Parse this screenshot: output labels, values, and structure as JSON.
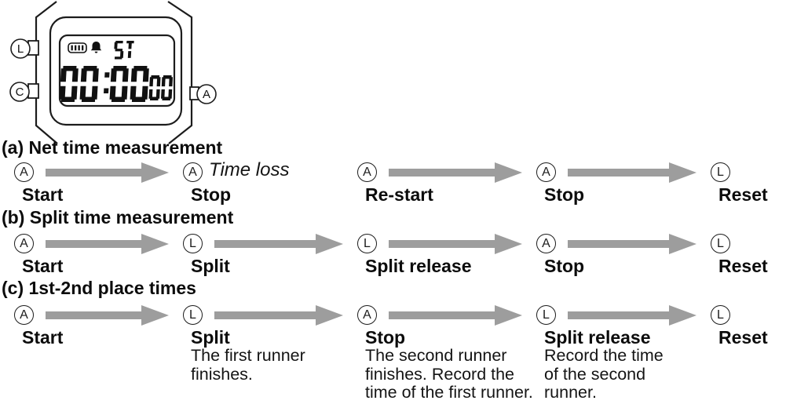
{
  "colors": {
    "ink": "#111111",
    "outline": "#1c1c1c",
    "arrow_gray": "#9d9d9d",
    "background": "#ffffff"
  },
  "watch": {
    "buttons": [
      {
        "label": "L"
      },
      {
        "label": "C"
      },
      {
        "label": "A"
      }
    ],
    "display": {
      "status_icons": [
        "signal-bars-icon",
        "bell-icon"
      ],
      "mode_indicator": "ST",
      "time": "00:00",
      "hundredths": "00"
    }
  },
  "sections": [
    {
      "id": "a",
      "heading": "(a) Net time measurement",
      "steps": [
        {
          "button": "A",
          "label": "Start",
          "arrow_after": true
        },
        {
          "button": "A",
          "label": "Stop",
          "note": "Time loss",
          "arrow_after": false
        },
        {
          "button": "A",
          "label": "Re-start",
          "arrow_after": true
        },
        {
          "button": "A",
          "label": "Stop",
          "arrow_after": true
        },
        {
          "button": "L",
          "label": "Reset",
          "arrow_after": false
        }
      ]
    },
    {
      "id": "b",
      "heading": "(b) Split time measurement",
      "steps": [
        {
          "button": "A",
          "label": "Start",
          "arrow_after": true
        },
        {
          "button": "L",
          "label": "Split",
          "arrow_after": true
        },
        {
          "button": "L",
          "label": "Split release",
          "arrow_after": true
        },
        {
          "button": "A",
          "label": "Stop",
          "arrow_after": true
        },
        {
          "button": "L",
          "label": "Reset",
          "arrow_after": false
        }
      ]
    },
    {
      "id": "c",
      "heading": "(c) 1st-2nd place times",
      "steps": [
        {
          "button": "A",
          "label": "Start",
          "arrow_after": true
        },
        {
          "button": "L",
          "label": "Split",
          "desc": [
            "The first runner",
            "finishes."
          ],
          "arrow_after": true
        },
        {
          "button": "A",
          "label": "Stop",
          "desc": [
            "The second runner",
            "finishes. Record the",
            "time of the first runner."
          ],
          "arrow_after": true
        },
        {
          "button": "L",
          "label": "Split release",
          "desc": [
            "Record the time",
            "of the second",
            "runner."
          ],
          "arrow_after": true
        },
        {
          "button": "L",
          "label": "Reset",
          "arrow_after": false
        }
      ]
    }
  ]
}
